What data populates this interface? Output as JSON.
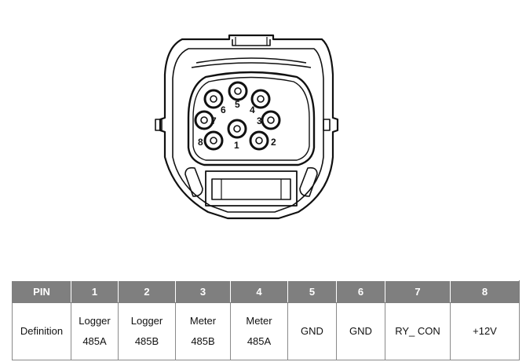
{
  "pin_labels": [
    "1",
    "2",
    "3",
    "4",
    "5",
    "6",
    "7",
    "8"
  ],
  "table": {
    "headers": [
      "PIN",
      "1",
      "2",
      "3",
      "4",
      "5",
      "6",
      "7",
      "8"
    ],
    "row_label": "Definition",
    "definitions": [
      [
        "Logger",
        "485A"
      ],
      [
        "Logger",
        "485B"
      ],
      [
        "Meter",
        "485B"
      ],
      [
        "Meter",
        "485A"
      ],
      [
        "GND"
      ],
      [
        "GND"
      ],
      [
        "RY_ CON"
      ],
      [
        "+12V"
      ]
    ]
  },
  "colors": {
    "header_bg": "#7f7f7f",
    "line": "#111111"
  }
}
